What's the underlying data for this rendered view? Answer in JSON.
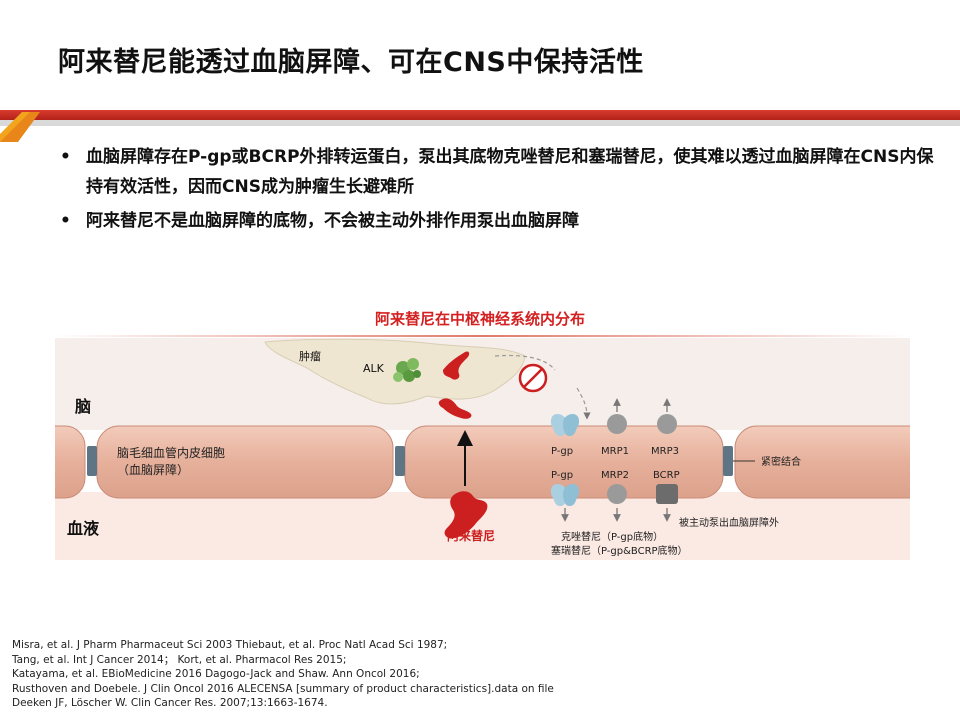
{
  "slide": {
    "title": "阿来替尼能透过血脑屏障、可在CNS中保持活性",
    "bullets": [
      "血脑屏障存在P-gp或BCRP外排转运蛋白，泵出其底物克唑替尼和塞瑞替尼，使其难以透过血脑屏障在CNS内保持有效活性，因而CNS成为肿瘤生长避难所",
      "阿来替尼不是血脑屏障的底物，不会被主动外排作用泵出血脑屏障"
    ],
    "bullet_symbol": "•"
  },
  "diagram": {
    "title": "阿来替尼在中枢神经系统内分布",
    "labels": {
      "brain": "脑",
      "blood": "血液",
      "tumor": "肿瘤",
      "alk": "ALK",
      "endothelial": "脑毛细血管内皮细胞",
      "bbb": "（血脑屏障）",
      "alectinib": "阿来替尼",
      "tight_junction": "紧密结合",
      "pgp_top": "P-gp",
      "pgp_bottom": "P-gp",
      "mrp1": "MRP1",
      "mrp3": "MRP3",
      "mrp2": "MRP2",
      "bcrp": "BCRP",
      "pumped_out": "被主动泵出血脑屏障外",
      "crizotinib": "克唑替尼（P-gp底物）",
      "ceritinib": "塞瑞替尼（P-gp&BCRP底物）"
    },
    "colors": {
      "drug_red": "#cc1f1f",
      "membrane": "#e9b9a6",
      "membrane_edge": "#c98c78",
      "brain_bg": "#f6eeea",
      "blood_bg": "#fbe9e3",
      "tumor_fill": "#efe6d2",
      "transporter_blue": "#a9cfe0",
      "transporter_gray": "#9a9a9a",
      "bcrp_dark": "#6c6c6c",
      "junction": "#5e7585",
      "alk_green": "#6aa84f"
    }
  },
  "references": [
    "Misra, et al. J Pharm Pharmaceut Sci 2003  Thiebaut, et al. Proc Natl Acad Sci 1987;",
    "Tang, et al. Int J Cancer 2014；    Kort,  et al. Pharmacol Res 2015;",
    "Katayama, et al. EBioMedicine 2016 Dagogo-Jack and Shaw. Ann Oncol 2016;",
    "Rusthoven and Doebele. J Clin Oncol 2016  ALECENSA [summary of product characteristics].data on file",
    "Deeken JF, Löscher W. Clin Cancer Res. 2007;13:1663-1674."
  ]
}
